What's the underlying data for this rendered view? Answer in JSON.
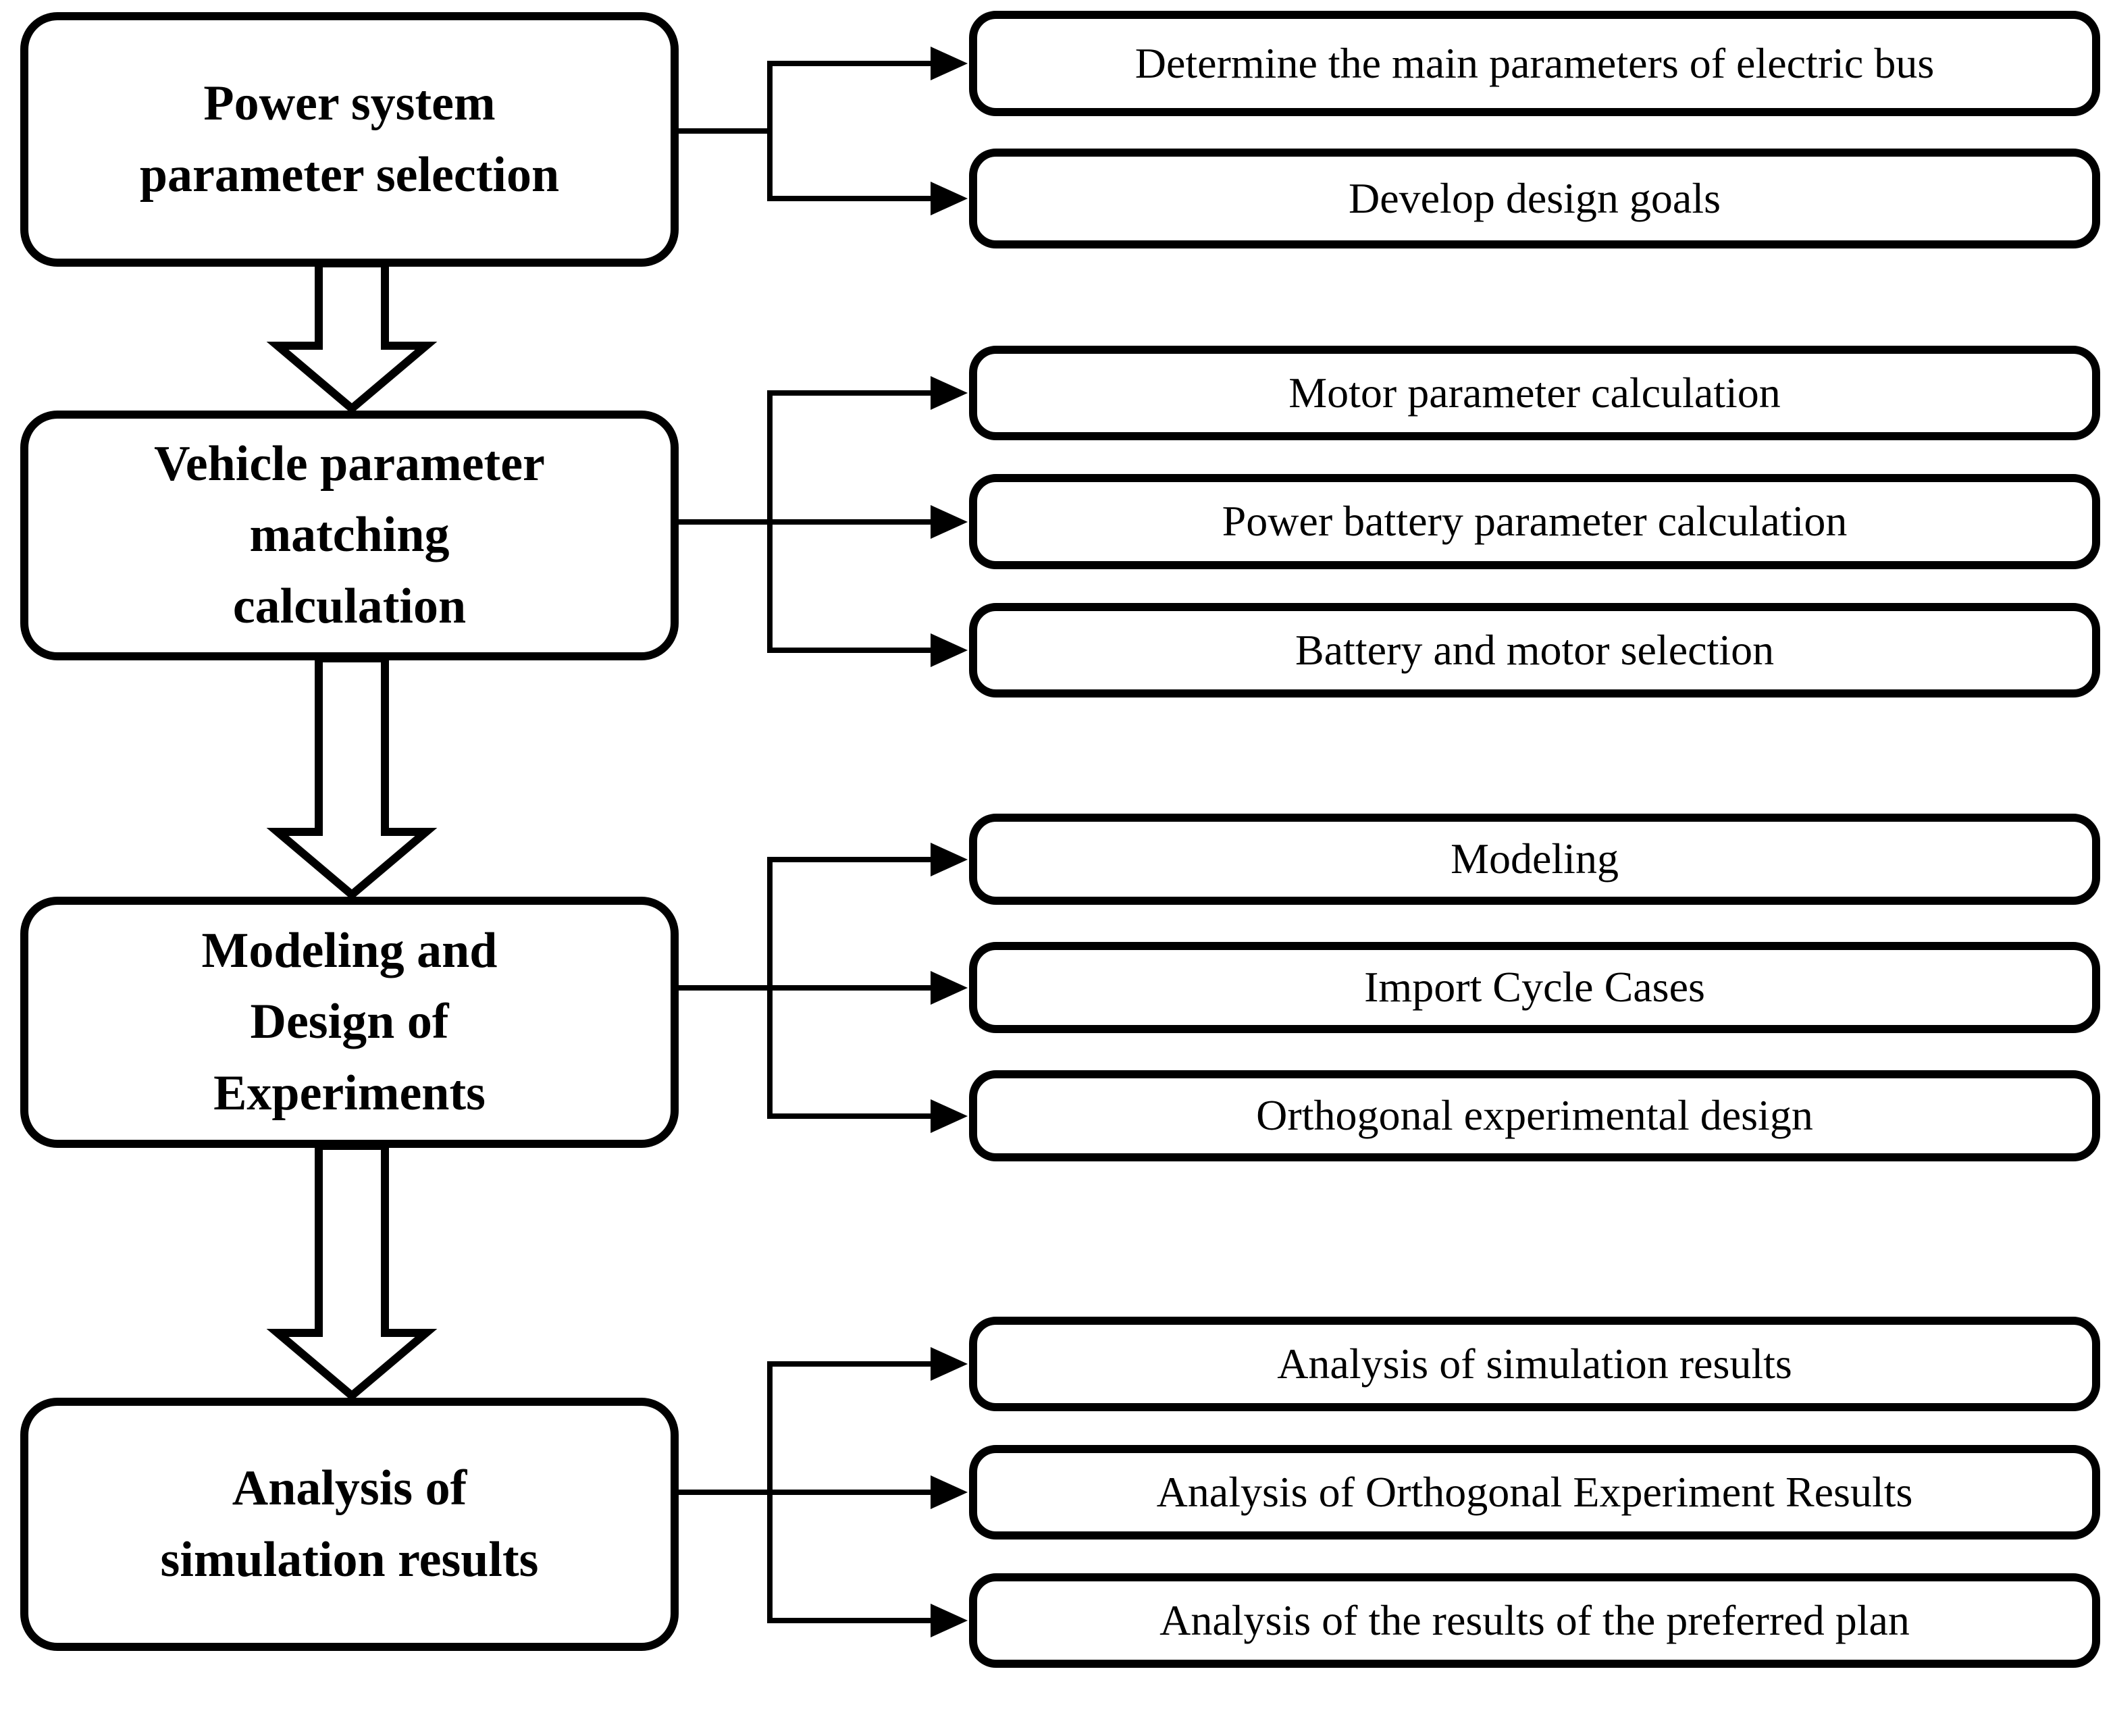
{
  "canvas": {
    "background_color": "#ffffff",
    "line_color": "#000000",
    "box_fill_color": "#ffffff"
  },
  "flow": {
    "stages": [
      {
        "main": {
          "label": "Power system\nparameter selection"
        },
        "details": [
          "Determine the main parameters of electric bus",
          "Develop design goals"
        ]
      },
      {
        "main": {
          "label": "Vehicle parameter\nmatching\ncalculation"
        },
        "details": [
          "Motor parameter calculation",
          "Power battery parameter calculation",
          "Battery and motor selection"
        ]
      },
      {
        "main": {
          "label": "Modeling and\nDesign of\nExperiments"
        },
        "details": [
          "Modeling",
          "Import Cycle Cases",
          "Orthogonal experimental design"
        ]
      },
      {
        "main": {
          "label": "Analysis of\nsimulation results"
        },
        "details": [
          "Analysis of simulation results",
          "Analysis of Orthogonal Experiment Results",
          "Analysis of the results of the preferred plan"
        ]
      }
    ]
  }
}
